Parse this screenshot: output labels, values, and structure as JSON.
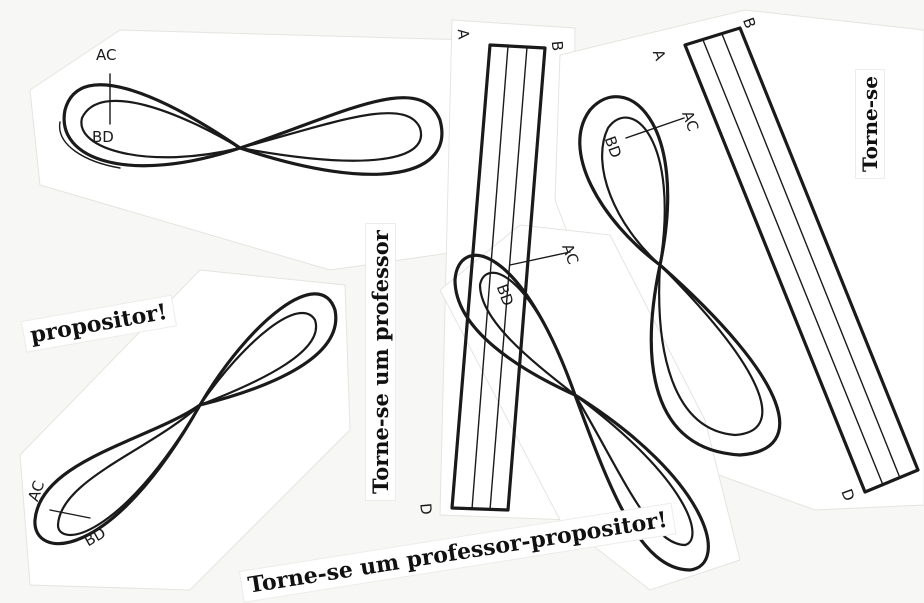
{
  "strip_labels": {
    "ac": "AC",
    "bd": "BD",
    "a": "A",
    "b": "B",
    "d": "D"
  },
  "slogans": {
    "torne_se": "Torne-se",
    "propositor": "propositor!",
    "torne_se_um_professor": "Torne-se um professor",
    "torne_se_um_professor_propositor": "Torne-se um professor-propositor!"
  }
}
